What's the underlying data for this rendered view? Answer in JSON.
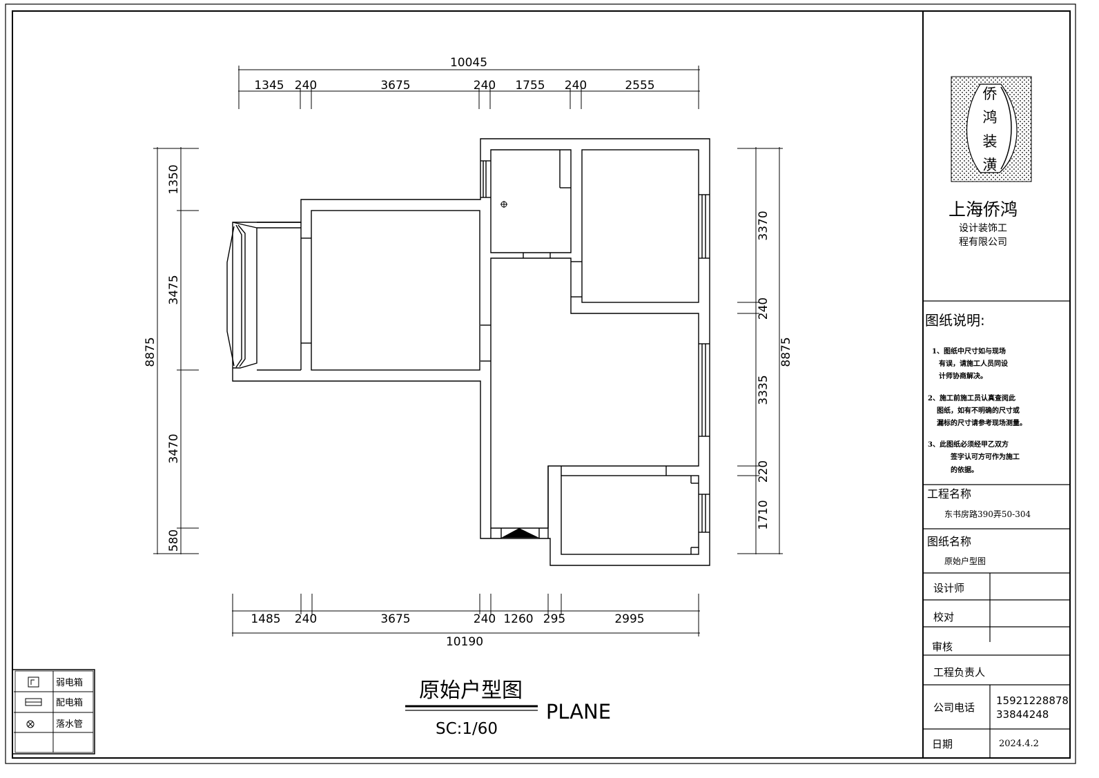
{
  "dimensions": {
    "top_total": "10045",
    "top": [
      "1345",
      "240",
      "3675",
      "240",
      "1755",
      "240",
      "2555"
    ],
    "bottom": [
      "1485",
      "240",
      "3675",
      "240",
      "1260",
      "295",
      "2995"
    ],
    "bottom_total": "10190",
    "left_total": "8875",
    "left": [
      "1350",
      "3475",
      "3470",
      "580"
    ],
    "right_total": "8875",
    "right": [
      "3370",
      "240",
      "3335",
      "220",
      "1710"
    ]
  },
  "title": {
    "cn": "原始户型图",
    "en": "PLANE",
    "scale": "SC:1/60"
  },
  "legend": [
    {
      "icon": "weak-electric-box-icon",
      "label": "弱电箱"
    },
    {
      "icon": "distribution-box-icon",
      "label": "配电箱"
    },
    {
      "icon": "drain-pipe-icon",
      "label": "落水管"
    }
  ],
  "logo": {
    "chars": [
      "侨",
      "鸿",
      "装",
      "潢"
    ]
  },
  "company": {
    "name": "上海侨鸿",
    "sub1": "设计装饰工",
    "sub2": "程有限公司"
  },
  "notes": {
    "heading": "图纸说明:",
    "items": [
      [
        "1、图纸中尺寸如与现场",
        "有误，请施工人员同设",
        "计师协商解决。"
      ],
      [
        "2、施工前施工员认真查阅此",
        "图纸，如有不明确的尺寸或",
        "漏标的尺寸请参考现场测量。"
      ],
      [
        "3、此图纸必须经甲乙双方",
        "签字认可方可作为施工",
        "的依据。"
      ]
    ]
  },
  "project": {
    "label": "工程名称",
    "value": "东书房路390弄50-304"
  },
  "drawing": {
    "label": "图纸名称",
    "value": "原始户型图"
  },
  "signoff": {
    "designer": "设计师",
    "checker": "校对",
    "reviewer": "审核",
    "manager": "工程负责人",
    "phone_label": "公司电话",
    "phone1": "15921228878",
    "phone2": "33844248",
    "date_label": "日期",
    "date": "2024.4.2"
  }
}
